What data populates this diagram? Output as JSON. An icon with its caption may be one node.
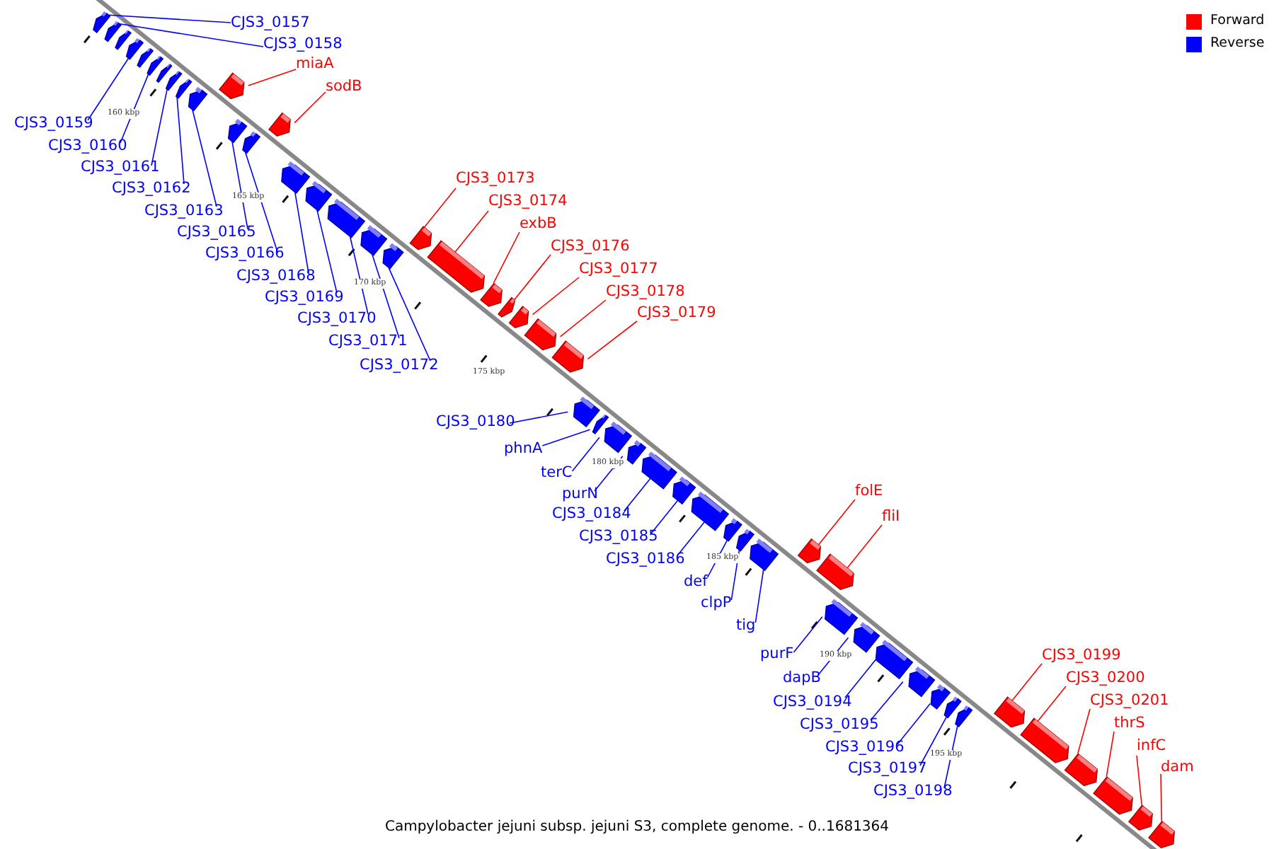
{
  "diagram": {
    "caption": "Campylobacter jejuni subsp. jejuni S3, complete genome. - 0..1681364",
    "nodes": [
      {
        "text": [
          "CJS3_0157"
        ]
      },
      {
        "text": [
          "CJS3_0158"
        ]
      },
      {
        "text": [
          "miaA"
        ]
      },
      {
        "text": [
          "sodB"
        ]
      },
      {
        "text": [
          "CJS3_0159"
        ]
      },
      {
        "text": [
          "CJS3_0160"
        ]
      },
      {
        "text": [
          "CJS3_0161"
        ]
      },
      {
        "text": [
          "CJS3_0162"
        ]
      },
      {
        "text": [
          "CJS3_0163"
        ]
      },
      {
        "text": [
          "CJS3_0165"
        ]
      },
      {
        "text": [
          "CJS3_0166"
        ]
      },
      {
        "text": [
          "CJS3_0168"
        ]
      },
      {
        "text": [
          "CJS3_0169"
        ]
      },
      {
        "text": [
          "CJS3_0170"
        ]
      },
      {
        "text": [
          "CJS3_0171"
        ]
      },
      {
        "text": [
          "CJS3_0172"
        ]
      },
      {
        "text": [
          "CJS3_0173"
        ]
      },
      {
        "text": [
          "CJS3_0174"
        ]
      },
      {
        "text": [
          "exbB"
        ]
      },
      {
        "text": [
          "CJS3_0176"
        ]
      },
      {
        "text": [
          "CJS3_0177"
        ]
      },
      {
        "text": [
          "CJS3_0178"
        ]
      },
      {
        "text": [
          "CJS3_0179"
        ]
      },
      {
        "text": [
          "CJS3_0180"
        ]
      },
      {
        "text": [
          "phnA"
        ]
      },
      {
        "text": [
          "terC"
        ]
      },
      {
        "text": [
          "purN"
        ]
      },
      {
        "text": [
          "CJS3_0184"
        ]
      },
      {
        "text": [
          "CJS3_0185"
        ]
      },
      {
        "text": [
          "CJS3_0186"
        ]
      },
      {
        "text": [
          "def"
        ]
      },
      {
        "text": [
          "clpP"
        ]
      },
      {
        "text": [
          "tig"
        ]
      },
      {
        "text": [
          "folE"
        ]
      },
      {
        "text": [
          "fliI"
        ]
      },
      {
        "text": [
          "purF"
        ]
      },
      {
        "text": [
          "dapB"
        ]
      },
      {
        "text": [
          "CJS3_0194"
        ]
      },
      {
        "text": [
          "CJS3_0195"
        ]
      },
      {
        "text": [
          "CJS3_0196"
        ]
      },
      {
        "text": [
          "CJS3_0197"
        ]
      },
      {
        "text": [
          "CJS3_0198"
        ]
      },
      {
        "text": [
          "CJS3_0199"
        ]
      },
      {
        "text": [
          "CJS3_0200"
        ]
      },
      {
        "text": [
          "CJS3_0201"
        ]
      },
      {
        "text": [
          "thrS"
        ]
      },
      {
        "text": [
          "infC"
        ]
      },
      {
        "text": [
          "dam"
        ]
      },
      {
        "text": [],
        "shape": "bar"
      },
      {
        "text": [],
        "shape": "bar"
      },
      {
        "text": [],
        "shape": "bar"
      },
      {
        "text": [],
        "shape": "bar"
      },
      {
        "text": [],
        "shape": "bar"
      },
      {
        "text": [],
        "shape": "bar"
      },
      {
        "text": [],
        "shape": "bar"
      },
      {
        "text": [],
        "shape": "bar"
      },
      {
        "text": [],
        "shape": "bar"
      },
      {
        "text": [],
        "shape": "bar"
      },
      {
        "text": [],
        "shape": "bar"
      },
      {
        "text": [],
        "shape": "bar"
      },
      {
        "text": [],
        "shape": "bar"
      },
      {
        "text": [],
        "shape": "bar"
      },
      {
        "text": [],
        "shape": "bar"
      },
      {
        "text": [],
        "shape": "bar"
      },
      {
        "text": [],
        "shape": "bar"
      },
      {
        "text": [],
        "shape": "bar"
      },
      {
        "text": [],
        "shape": "bar"
      },
      {
        "text": [],
        "shape": "bar"
      },
      {
        "text": [],
        "shape": "bar"
      },
      {
        "text": [],
        "shape": "bar"
      },
      {
        "text": [],
        "shape": "bar"
      },
      {
        "text": [],
        "shape": "bar"
      },
      {
        "text": [],
        "shape": "bar"
      },
      {
        "text": [],
        "shape": "bar"
      },
      {
        "text": [],
        "shape": "bar"
      },
      {
        "text": [],
        "shape": "bar"
      },
      {
        "text": [],
        "shape": "bar"
      },
      {
        "text": [],
        "shape": "bar"
      },
      {
        "text": [],
        "shape": "bar"
      },
      {
        "text": [],
        "shape": "bar"
      },
      {
        "text": [],
        "shape": "bar"
      },
      {
        "text": [],
        "shape": "bar"
      },
      {
        "text": [],
        "shape": "bar"
      },
      {
        "text": [],
        "shape": "bar"
      },
      {
        "text": [],
        "shape": "bar"
      },
      {
        "text": [],
        "shape": "bar"
      },
      {
        "text": [],
        "shape": "bar"
      },
      {
        "text": [],
        "shape": "bar"
      },
      {
        "text": [],
        "shape": "bar"
      },
      {
        "text": [],
        "shape": "bar"
      },
      {
        "text": [],
        "shape": "bar"
      },
      {
        "text": [],
        "shape": "bar"
      },
      {
        "text": [],
        "shape": "bar"
      },
      {
        "text": [],
        "shape": "bar"
      },
      {
        "text": [],
        "shape": "bar"
      },
      {
        "text": [],
        "shape": "bar"
      },
      {
        "text": [],
        "shape": "bar"
      },
      {
        "text": [],
        "shape": "bar"
      },
      {
        "text": [],
        "shape": "bar"
      }
    ],
    "edges": [
      {
        "from": 0,
        "to": 48,
        "arrow": "none"
      },
      {
        "from": 1,
        "to": 49,
        "arrow": "none"
      },
      {
        "from": 2,
        "to": 50,
        "arrow": "none",
        "color": "#ff0000"
      },
      {
        "from": 3,
        "to": 51,
        "arrow": "none",
        "color": "#ff0000"
      },
      {
        "from": 4,
        "to": 52,
        "arrow": "none"
      },
      {
        "from": 5,
        "to": 53,
        "arrow": "none"
      },
      {
        "from": 6,
        "to": 54,
        "arrow": "none"
      },
      {
        "from": 7,
        "to": 55,
        "arrow": "none"
      },
      {
        "from": 8,
        "to": 56,
        "arrow": "none"
      },
      {
        "from": 9,
        "to": 57,
        "arrow": "none"
      },
      {
        "from": 10,
        "to": 58,
        "arrow": "none"
      },
      {
        "from": 11,
        "to": 59,
        "arrow": "none"
      },
      {
        "from": 12,
        "to": 60,
        "arrow": "none"
      },
      {
        "from": 13,
        "to": 61,
        "arrow": "none"
      },
      {
        "from": 14,
        "to": 62,
        "arrow": "none"
      },
      {
        "from": 15,
        "to": 63,
        "arrow": "none"
      },
      {
        "from": 16,
        "to": 64,
        "arrow": "none",
        "color": "#ff0000"
      },
      {
        "from": 17,
        "to": 65,
        "arrow": "none",
        "color": "#ff0000"
      },
      {
        "from": 18,
        "to": 66,
        "arrow": "none",
        "color": "#ff0000"
      },
      {
        "from": 19,
        "to": 67,
        "arrow": "none",
        "color": "#ff0000"
      },
      {
        "from": 20,
        "to": 68,
        "arrow": "none",
        "color": "#ff0000"
      },
      {
        "from": 21,
        "to": 69,
        "arrow": "none",
        "color": "#ff0000"
      },
      {
        "from": 22,
        "to": 70,
        "arrow": "none",
        "color": "#ff0000"
      },
      {
        "from": 23,
        "to": 71,
        "arrow": "none"
      },
      {
        "from": 24,
        "to": 72,
        "arrow": "none"
      },
      {
        "from": 25,
        "to": 73,
        "arrow": "none"
      },
      {
        "from": 26,
        "to": 74,
        "arrow": "none"
      },
      {
        "from": 27,
        "to": 75,
        "arrow": "none"
      },
      {
        "from": 28,
        "to": 76,
        "arrow": "none"
      },
      {
        "from": 29,
        "to": 77,
        "arrow": "none"
      },
      {
        "from": 30,
        "to": 78,
        "arrow": "none"
      },
      {
        "from": 31,
        "to": 79,
        "arrow": "none"
      },
      {
        "from": 32,
        "to": 80,
        "arrow": "none"
      },
      {
        "from": 33,
        "to": 81,
        "arrow": "none",
        "color": "#ff0000"
      },
      {
        "from": 34,
        "to": 82,
        "arrow": "none",
        "color": "#ff0000"
      },
      {
        "from": 35,
        "to": 83,
        "arrow": "none"
      },
      {
        "from": 36,
        "to": 84,
        "arrow": "none"
      },
      {
        "from": 37,
        "to": 85,
        "arrow": "none"
      },
      {
        "from": 38,
        "to": 86,
        "arrow": "none"
      },
      {
        "from": 39,
        "to": 87,
        "arrow": "none"
      },
      {
        "from": 40,
        "to": 88,
        "arrow": "none"
      },
      {
        "from": 41,
        "to": 89,
        "arrow": "none"
      },
      {
        "from": 42,
        "to": 90,
        "arrow": "none",
        "color": "#ff0000"
      },
      {
        "from": 43,
        "to": 91,
        "arrow": "none",
        "color": "#ff0000"
      },
      {
        "from": 44,
        "to": 92,
        "arrow": "none",
        "color": "#ff0000"
      },
      {
        "from": 45,
        "to": 93,
        "arrow": "none",
        "color": "#ff0000"
      },
      {
        "from": 46,
        "to": 94,
        "arrow": "none",
        "color": "#ff0000"
      },
      {
        "from": 47,
        "to": 95,
        "arrow": "none",
        "color": "#ff0000"
      }
    ],
    "labels": [
      "160 kbp",
      "165 kbp",
      "170 kbp",
      "175 kbp",
      "180 kbp",
      "185 kbp",
      "190 kbp",
      "195 kbp"
    ],
    "legend": [
      {
        "text": "Forward",
        "color": "#ff0000"
      },
      {
        "text": "Reverse",
        "color": "#0000ff"
      }
    ]
  }
}
